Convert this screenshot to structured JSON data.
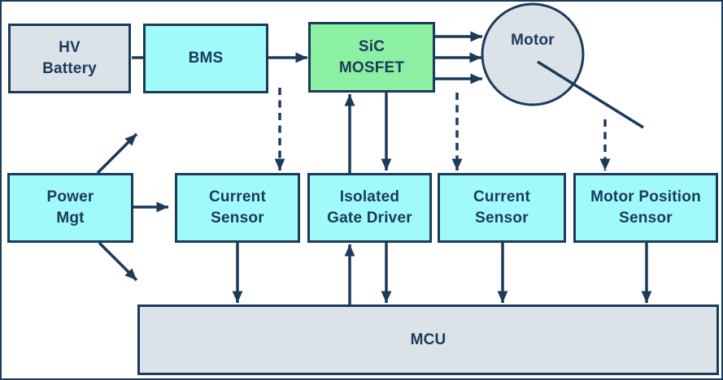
{
  "diagram": {
    "type": "block-diagram",
    "colors": {
      "navy": "#1C3A5C",
      "cyan": "#A0FAFA",
      "green": "#8CF0A2",
      "gray": "#DBE3E9",
      "bg": "#FFFFFF"
    },
    "nodes": {
      "hv_battery": {
        "label": "HV Battery",
        "lines": [
          "HV",
          "Battery"
        ],
        "fill": "gray"
      },
      "bms": {
        "label": "BMS",
        "lines": [
          "BMS"
        ],
        "fill": "cyan"
      },
      "sic_mosfet": {
        "label": "SiC MOSFET",
        "lines": [
          "SiC",
          "MOSFET"
        ],
        "fill": "green"
      },
      "motor": {
        "label": "Motor",
        "lines": [
          "Motor"
        ],
        "fill": "gray"
      },
      "power_mgt": {
        "label": "Power Mgt",
        "lines": [
          "Power",
          "Mgt"
        ],
        "fill": "cyan"
      },
      "current_sensor_1": {
        "label": "Current Sensor",
        "lines": [
          "Current",
          "Sensor"
        ],
        "fill": "cyan"
      },
      "isolated_gate_driver": {
        "label": "Isolated Gate Driver",
        "lines": [
          "Isolated",
          "Gate Driver"
        ],
        "fill": "cyan"
      },
      "current_sensor_2": {
        "label": "Current Sensor",
        "lines": [
          "Current",
          "Sensor"
        ],
        "fill": "cyan"
      },
      "motor_position_sensor": {
        "label": "Motor Position Sensor",
        "lines": [
          "Motor Position",
          "Sensor"
        ],
        "fill": "cyan"
      },
      "mcu": {
        "label": "MCU",
        "lines": [
          "MCU"
        ],
        "fill": "gray"
      }
    },
    "edges": [
      {
        "from": "HV Battery",
        "to": "BMS",
        "style": "plain-line"
      },
      {
        "from": "BMS",
        "to": "SiC MOSFET",
        "style": "solid-arrow"
      },
      {
        "from": "SiC MOSFET",
        "to": "Motor",
        "style": "solid-arrow-x3"
      },
      {
        "from": "SiC MOSFET",
        "to": "Isolated Gate Driver",
        "style": "solid-arrow"
      },
      {
        "from": "Isolated Gate Driver",
        "to": "SiC MOSFET",
        "style": "solid-arrow"
      },
      {
        "from": "Power Mgt",
        "to": "up-right (rail)",
        "style": "solid-arrow"
      },
      {
        "from": "Power Mgt",
        "to": "Current Sensor",
        "style": "solid-arrow"
      },
      {
        "from": "Power Mgt",
        "to": "down-right (rail)",
        "style": "solid-arrow"
      },
      {
        "from": "BMS-to-MOSFET link tap",
        "to": "Current Sensor",
        "style": "dashed-arrow"
      },
      {
        "from": "MOSFET-to-Motor link tap",
        "to": "Current Sensor (2)",
        "style": "dashed-arrow"
      },
      {
        "from": "Motor shaft tap",
        "to": "Motor Position Sensor",
        "style": "dashed-arrow"
      },
      {
        "from": "Current Sensor",
        "to": "MCU",
        "style": "solid-arrow"
      },
      {
        "from": "MCU",
        "to": "Isolated Gate Driver",
        "style": "solid-arrow"
      },
      {
        "from": "Isolated Gate Driver",
        "to": "MCU",
        "style": "solid-arrow"
      },
      {
        "from": "Current Sensor (2)",
        "to": "MCU",
        "style": "solid-arrow"
      },
      {
        "from": "Motor Position Sensor",
        "to": "MCU",
        "style": "solid-arrow"
      },
      {
        "from": "Motor",
        "to": "shaft line (down-right)",
        "style": "plain-line"
      }
    ]
  }
}
